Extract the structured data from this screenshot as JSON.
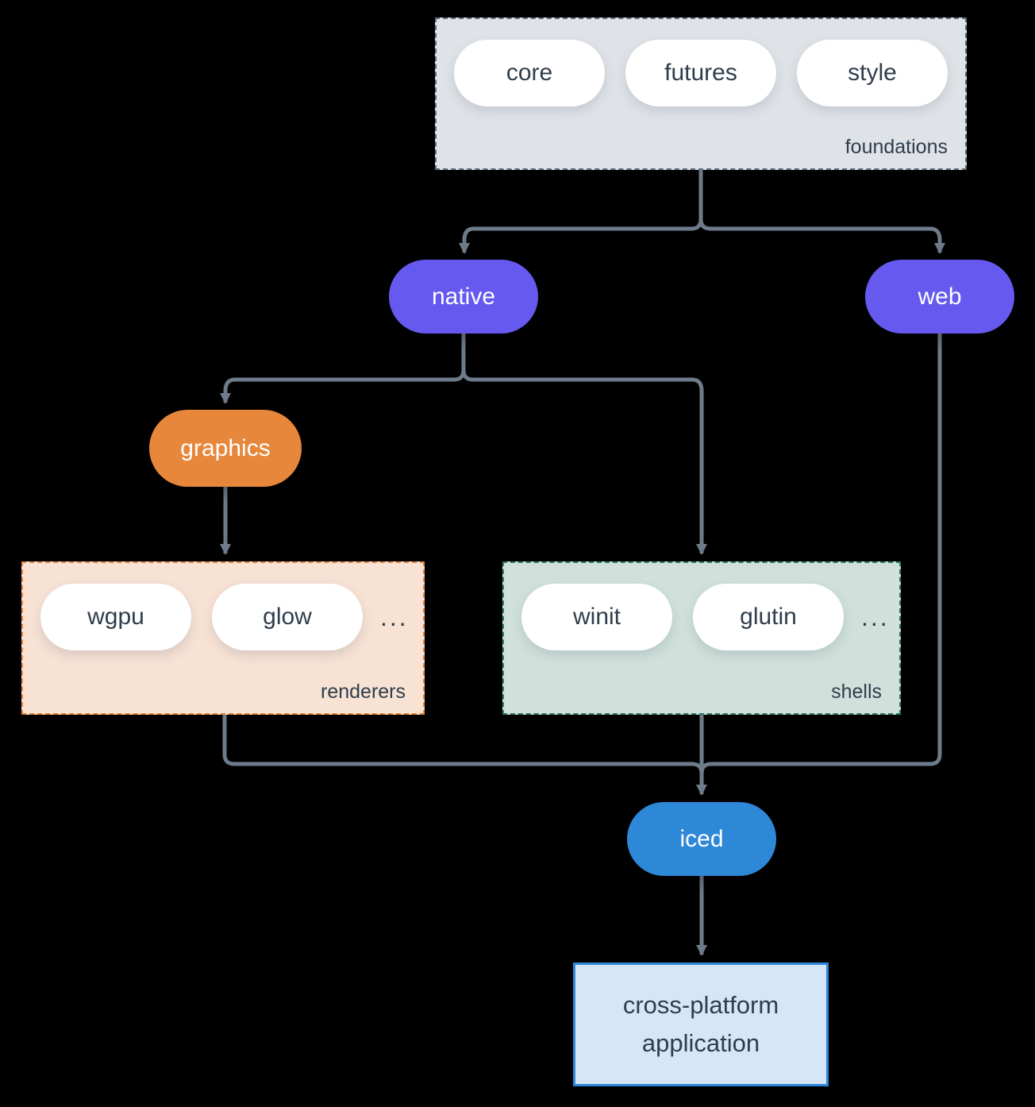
{
  "diagram": {
    "background": "#000000",
    "colors": {
      "arrow": "#6E7B8A",
      "purple_node": "#6659EF",
      "orange_node": "#E6873C",
      "blue_node": "#2E88D8",
      "foundations_fill": "#DFE3E7",
      "foundations_border": "#5C6B7A",
      "renderers_fill": "#F8E2D4",
      "renderers_border": "#E6873C",
      "shells_fill": "#D0E1DB",
      "shells_border": "#2E7D6C",
      "application_fill": "#D5E6F7",
      "application_border": "#2E88D8",
      "pill_fill": "#FFFFFF",
      "dark_text": "#2F3D4C"
    },
    "foundations": {
      "label": "foundations",
      "items": [
        "core",
        "futures",
        "style"
      ]
    },
    "native": {
      "label": "native"
    },
    "web": {
      "label": "web"
    },
    "graphics": {
      "label": "graphics"
    },
    "renderers": {
      "label": "renderers",
      "items": [
        "wgpu",
        "glow"
      ],
      "more": "..."
    },
    "shells": {
      "label": "shells",
      "items": [
        "winit",
        "glutin"
      ],
      "more": "..."
    },
    "iced": {
      "label": "iced"
    },
    "application": {
      "lines": [
        "cross-platform",
        "application"
      ]
    }
  }
}
